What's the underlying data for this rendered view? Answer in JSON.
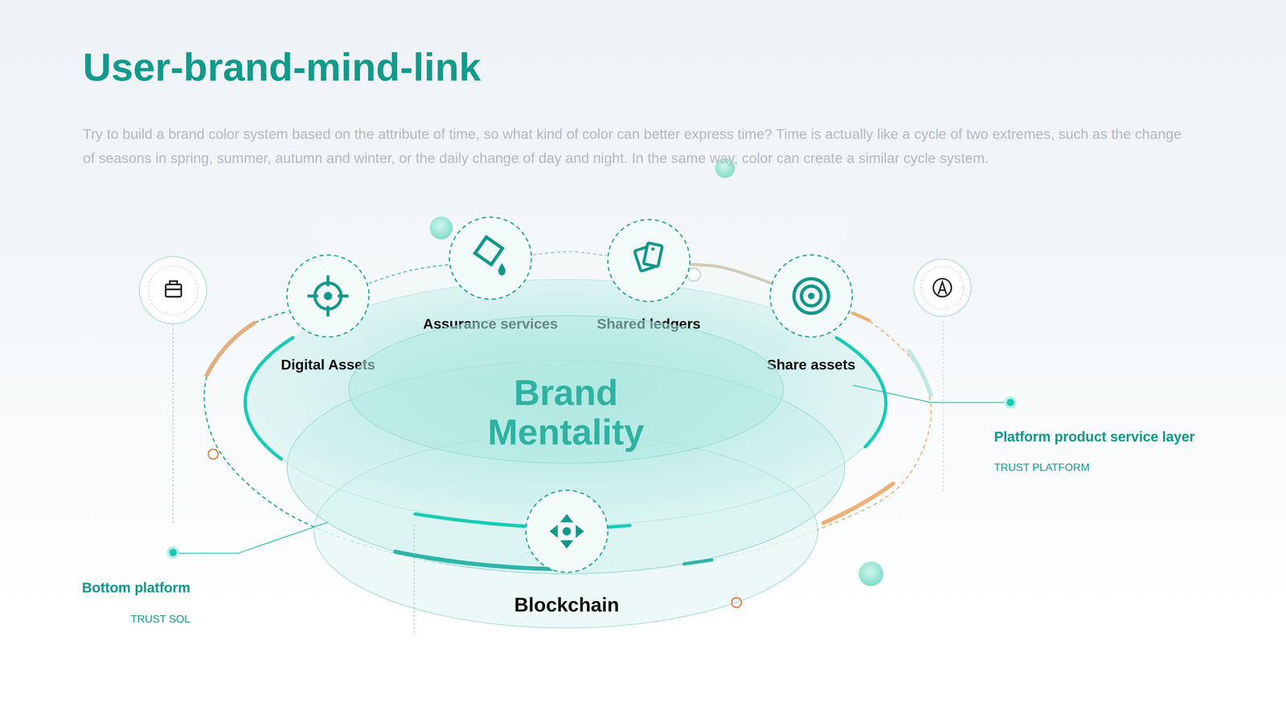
{
  "diagram": {
    "title": "User-brand-mind-link",
    "caption": "Try to build a brand color system based on the attribute of time, so what kind of color can better express time? Time is actually like a cycle of two extremes, such as the change of seasons in spring, summer, autumn and winter, or the daily change of day and night. In the same way, color can create a similar cycle system.",
    "nodes": [
      {
        "text": [
          "Digital Assets"
        ]
      },
      {
        "text": [
          "Assurance services"
        ]
      },
      {
        "text": [
          "Shared ledgers"
        ]
      },
      {
        "text": [
          "Share assets"
        ]
      },
      {
        "text": [
          "Brand Mentality"
        ]
      },
      {
        "text": [
          "Blockchain"
        ]
      }
    ],
    "edges": [
      {
        "from": 0,
        "to": 1,
        "arrow": "none"
      },
      {
        "from": 1,
        "to": 2,
        "arrow": "none"
      },
      {
        "from": 2,
        "to": 3,
        "arrow": "none"
      },
      {
        "from": 3,
        "to": 5,
        "arrow": "none"
      },
      {
        "from": 5,
        "to": 0,
        "arrow": "none"
      }
    ],
    "labels": [
      "Platform product service layer",
      "TRUST PLATFORM",
      "Bottom platform",
      "TRUST SOL"
    ]
  }
}
